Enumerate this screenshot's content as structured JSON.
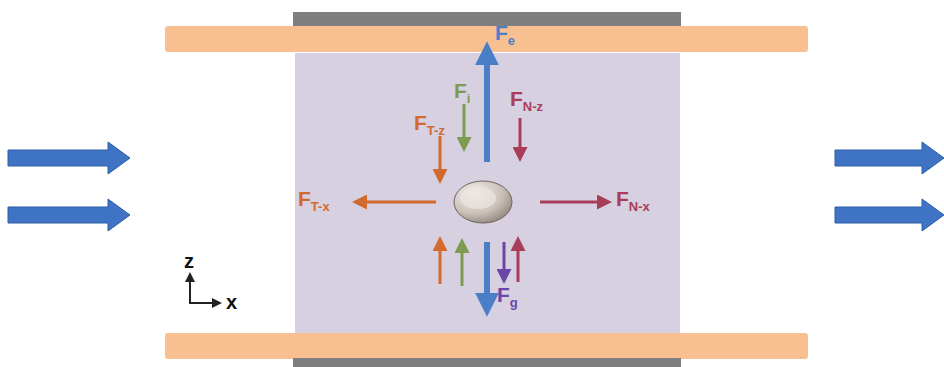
{
  "diagram": {
    "labels": [
      "Fe",
      "Fi",
      "FN-z",
      "FT-z",
      "FT-x",
      "FN-x",
      "Fg",
      "z",
      "x"
    ]
  }
}
